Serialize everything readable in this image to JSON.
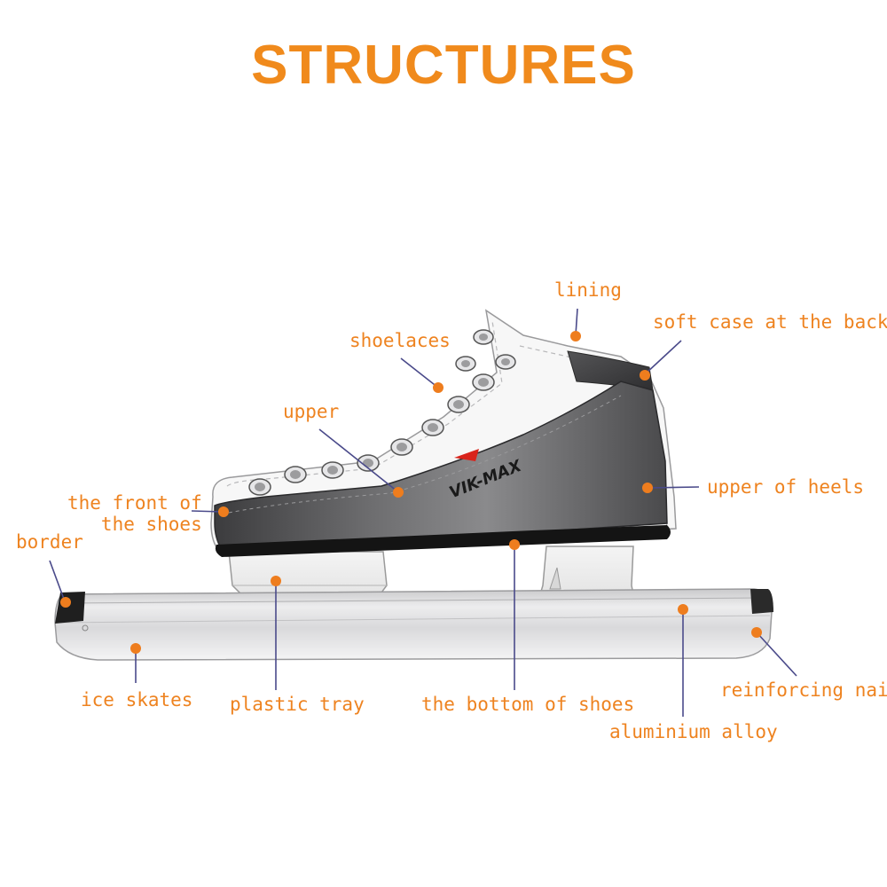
{
  "title": "STRUCTURES",
  "brand_logo": "VIK-MAX",
  "colors": {
    "title": "#f08a1c",
    "label": "#ee8320",
    "dot": "#ee7d1e",
    "leader": "#4a4a8a",
    "shell": "#5a5a5c",
    "blade": "#d6d6d8"
  },
  "labels": {
    "lining": "lining",
    "soft_case": "soft case at the back",
    "shoelaces": "shoelaces",
    "upper": "upper",
    "front_of_shoes": "the front of\nthe shoes",
    "upper_of_heels": "upper of heels",
    "border": "border",
    "ice_skates": "ice skates",
    "plastic_tray": "plastic tray",
    "bottom_of_shoes": "the bottom of shoes",
    "aluminium_alloy": "aluminium alloy",
    "reinforcing_nail": "reinforcing nail"
  }
}
